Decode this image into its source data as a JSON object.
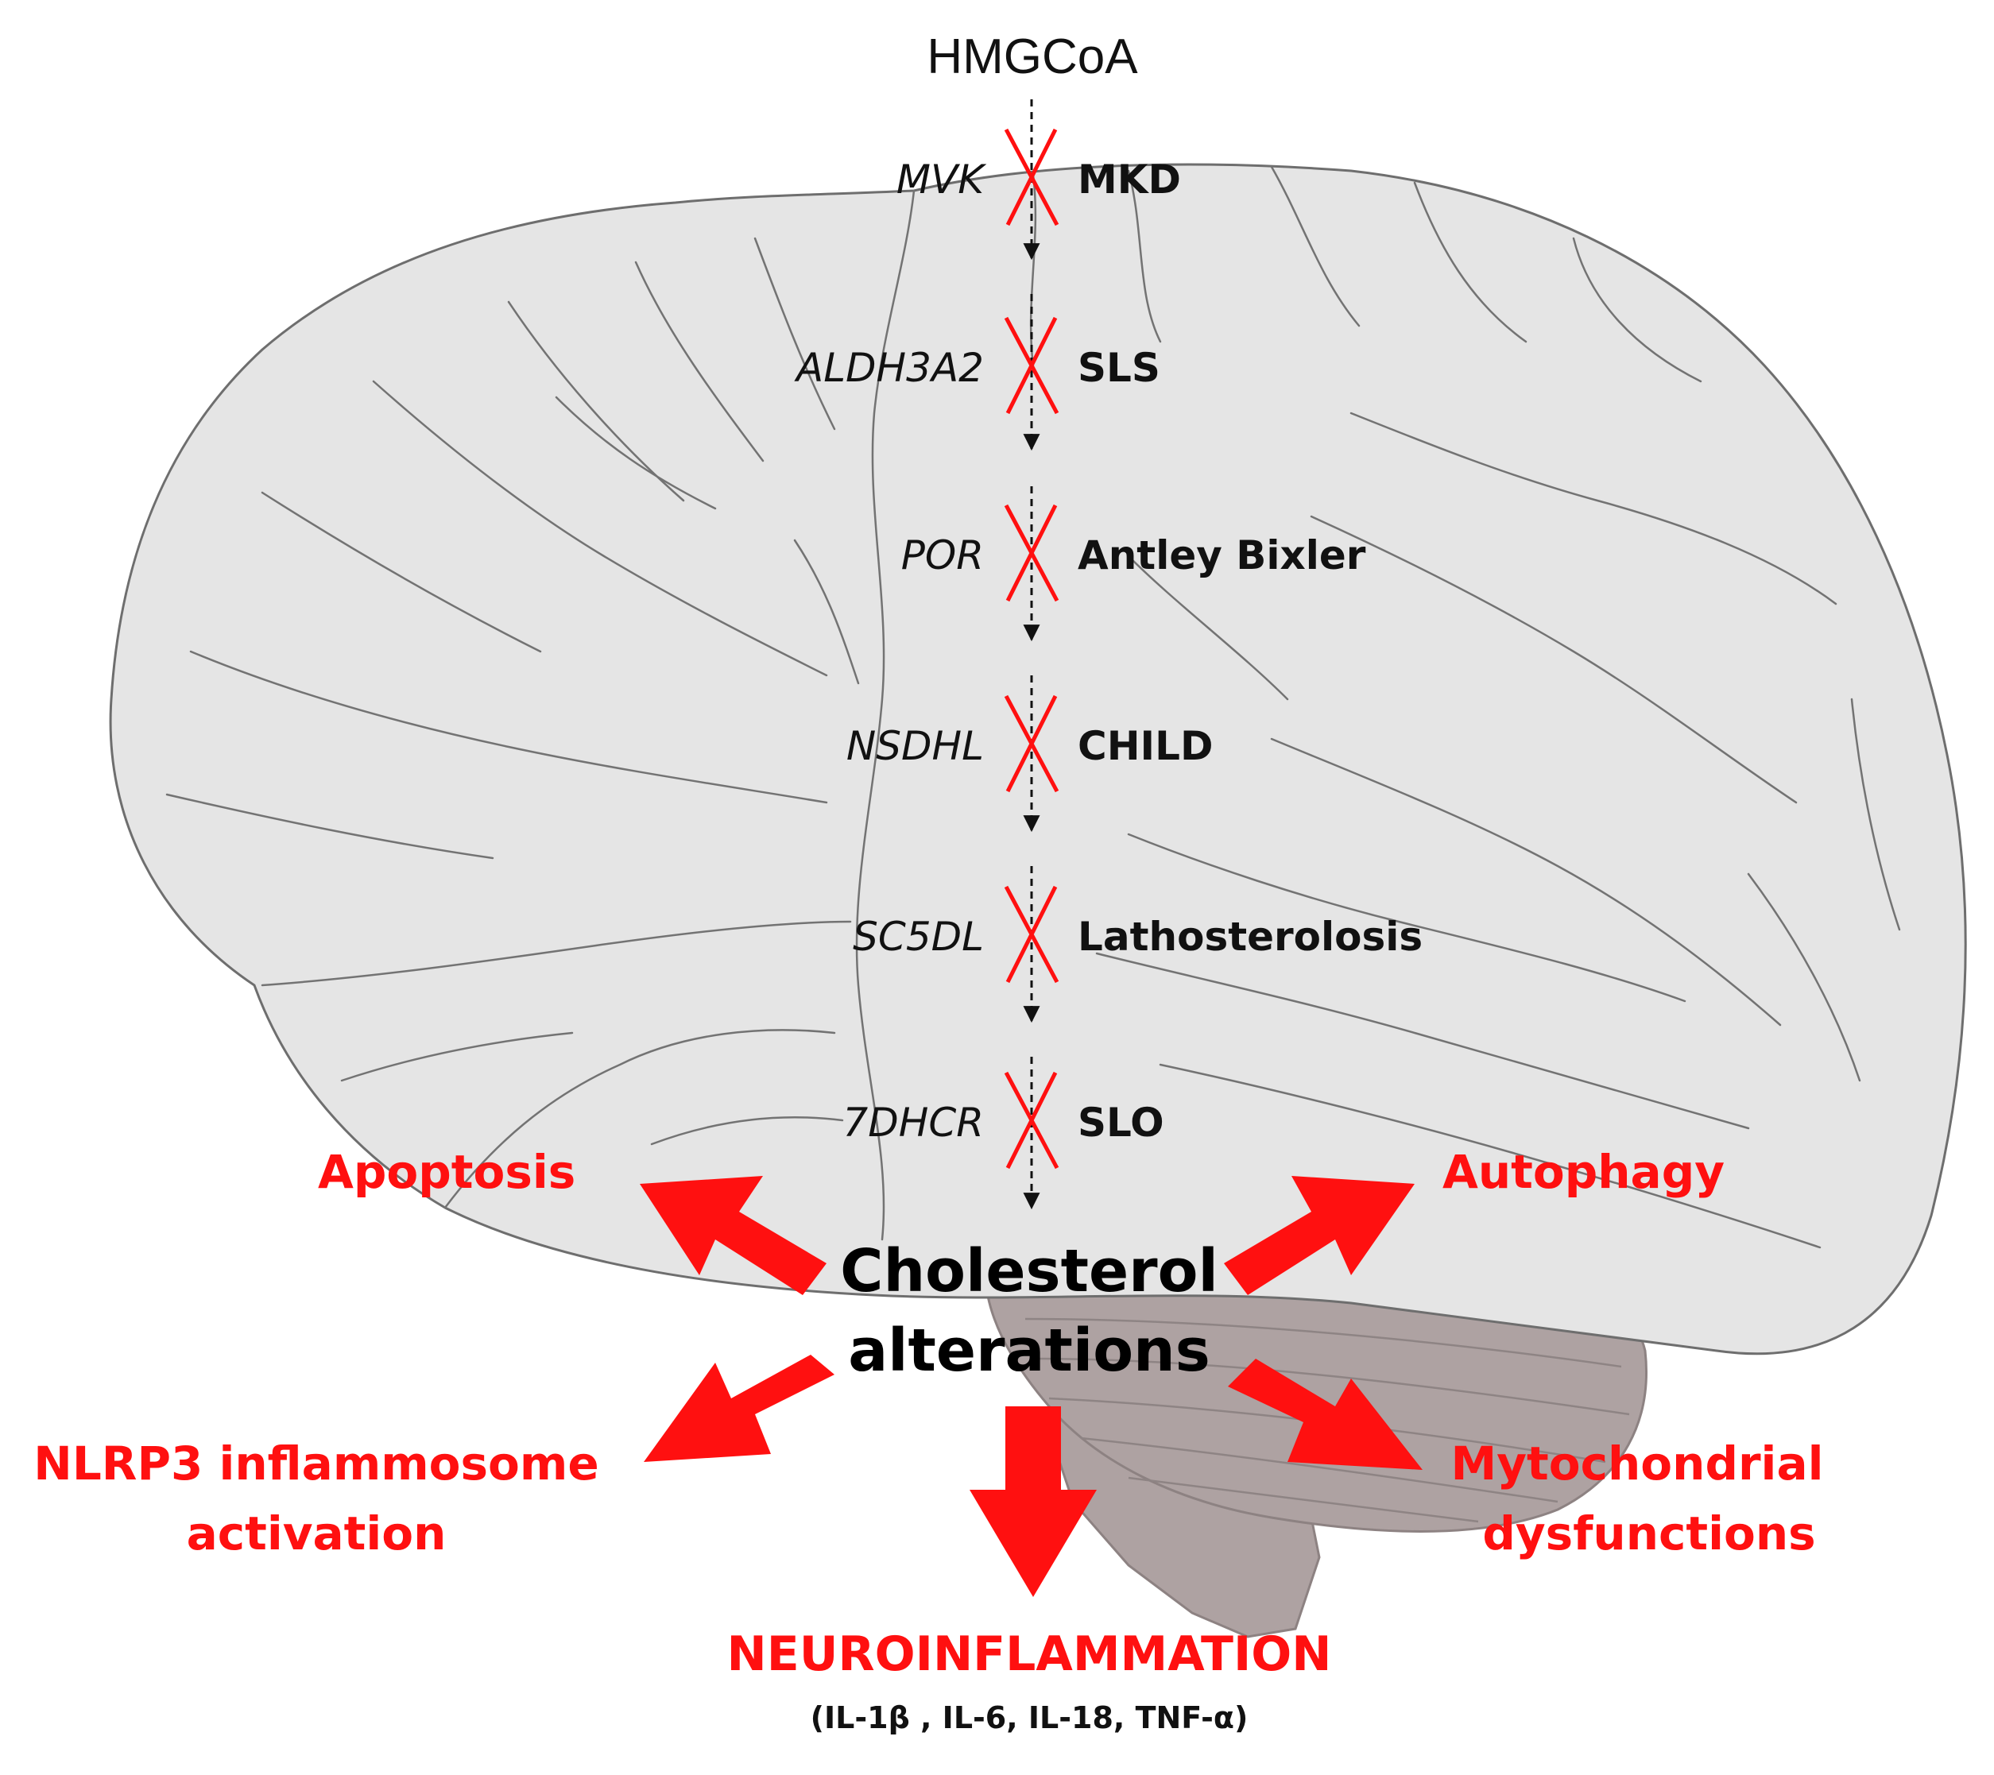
{
  "diagram": {
    "start_label": "HMGCoA",
    "pathway_steps": [
      {
        "gene": "MVK",
        "disease": "MKD"
      },
      {
        "gene": "ALDH3A2",
        "disease": "SLS"
      },
      {
        "gene": "POR",
        "disease": "Antley Bixler"
      },
      {
        "gene": "NSDHL",
        "disease": "CHILD"
      },
      {
        "gene": "SC5DL",
        "disease": "Lathosterolosis"
      },
      {
        "gene": "7DHCR",
        "disease": "SLO"
      }
    ],
    "center": {
      "line1": "Cholesterol",
      "line2": "alterations"
    },
    "effects": {
      "apoptosis": "Apoptosis",
      "autophagy": "Autophagy",
      "nlrp3_line1": "NLRP3 inflammosome",
      "nlrp3_line2": "activation",
      "mito_line1": "Mytochondrial",
      "mito_line2": "dysfunctions",
      "neuro": "NEUROINFLAMMATION",
      "cytokines": "(IL-1β , IL-6, IL-18, TNF-α)"
    },
    "colors": {
      "accent_red": "#ff1010",
      "cerebrum_fill": "#e5e5e5",
      "cerebrum_stroke": "#6e6e6e",
      "cerebellum_fill": "#aea2a2"
    }
  }
}
